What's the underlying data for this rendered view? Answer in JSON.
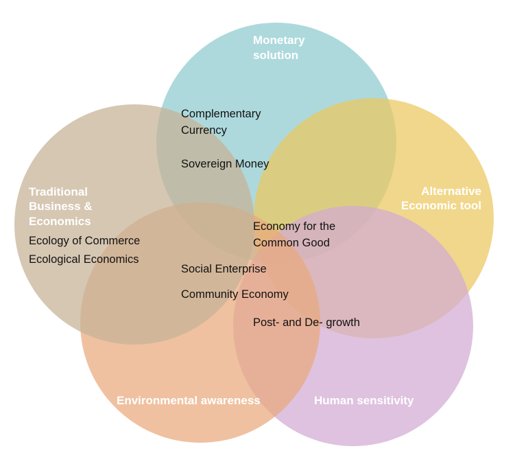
{
  "circles": [
    {
      "key": "monetary",
      "label_lines": [
        "Monetary",
        "solution"
      ],
      "color": "#8ecbcf"
    },
    {
      "key": "alternative",
      "label_lines": [
        "Alternative",
        "Economic tool"
      ],
      "color": "#ebc75e"
    },
    {
      "key": "human",
      "label_lines": [
        "Human sensitivity"
      ],
      "color": "#d3aad2"
    },
    {
      "key": "environmental",
      "label_lines": [
        "Environmental awareness"
      ],
      "color": "#e9a97d"
    },
    {
      "key": "traditional",
      "label_lines": [
        "Traditional",
        "Business &",
        "Economics"
      ],
      "color": "#c6b296"
    }
  ],
  "items": [
    {
      "key": "complementary-currency",
      "lines": [
        "Complementary",
        "Currency"
      ]
    },
    {
      "key": "sovereign-money",
      "lines": [
        "Sovereign Money"
      ]
    },
    {
      "key": "economy-common-good",
      "lines": [
        "Economy for the",
        "Common Good"
      ]
    },
    {
      "key": "ecology-of-commerce",
      "lines": [
        "Ecology of Commerce"
      ]
    },
    {
      "key": "ecological-economics",
      "lines": [
        "Ecological Economics"
      ]
    },
    {
      "key": "social-enterprise",
      "lines": [
        "Social Enterprise"
      ]
    },
    {
      "key": "community-economy",
      "lines": [
        "Community Economy"
      ]
    },
    {
      "key": "post-de-growth",
      "lines": [
        "Post- and De- growth"
      ]
    }
  ]
}
